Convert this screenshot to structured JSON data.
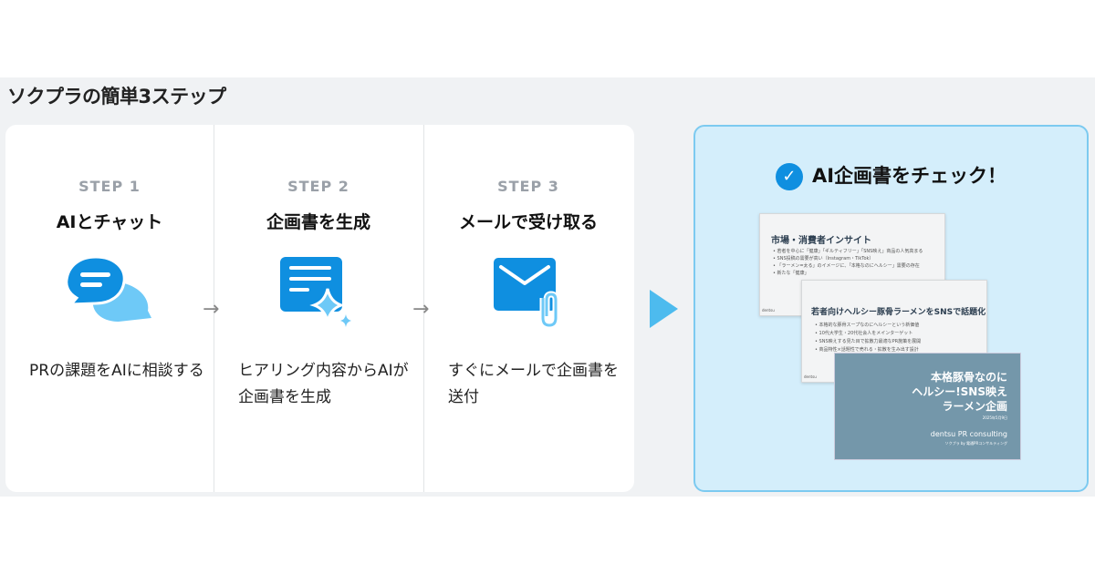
{
  "title": "ソクプラの簡単3ステップ",
  "steps": [
    {
      "step": "STEP 1",
      "heading": "AIとチャット",
      "desc": "PRの課題をAIに相談する",
      "icon": "chat-bubbles-icon"
    },
    {
      "step": "STEP 2",
      "heading": "企画書を生成",
      "desc": "ヒアリング内容からAIが企画書を生成",
      "icon": "document-sparkle-icon"
    },
    {
      "step": "STEP 3",
      "heading": "メールで受け取る",
      "desc": "すぐにメールで企画書を送付",
      "icon": "mail-attachment-icon"
    }
  ],
  "result": {
    "title": "AI企画書をチェック！",
    "slide1": {
      "heading": "市場・消費者インサイト",
      "bullets": [
        "若者を中心に「健康」「ギルティフリー」「SNS映え」商品の人気高まる",
        "SNS投稿の需要が高い（Instagram・TikTok）",
        "「ラーメン=太る」のイメージに、「本格なのにヘルシー」需要の存在",
        "新たな「健康」"
      ],
      "footer": "dentsu"
    },
    "slide2": {
      "heading": "若者向けヘルシー豚骨ラーメンをSNSで話題化",
      "bullets": [
        "本格的な豚骨スープなのにヘルシーという新価値",
        "10代大学生・20代社会人をメインターゲット",
        "SNS映えする見た目で拡散力最適なPR施策を展開",
        "商品特性×話題性で売れる・拡散を生み出す設計"
      ],
      "footer": "dentsu"
    },
    "cover": {
      "title_lines": [
        "本格豚骨なのに",
        "ヘルシー!SNS映え",
        "ラーメン企画"
      ],
      "date": "2025年5月9日",
      "brand": "dentsu PR consulting",
      "sub": "ソクプラ by 電通PRコンサルティング"
    }
  },
  "colors": {
    "accent": "#0f8fe0",
    "light": "#6ec9f7",
    "panel": "#d4eefb"
  }
}
